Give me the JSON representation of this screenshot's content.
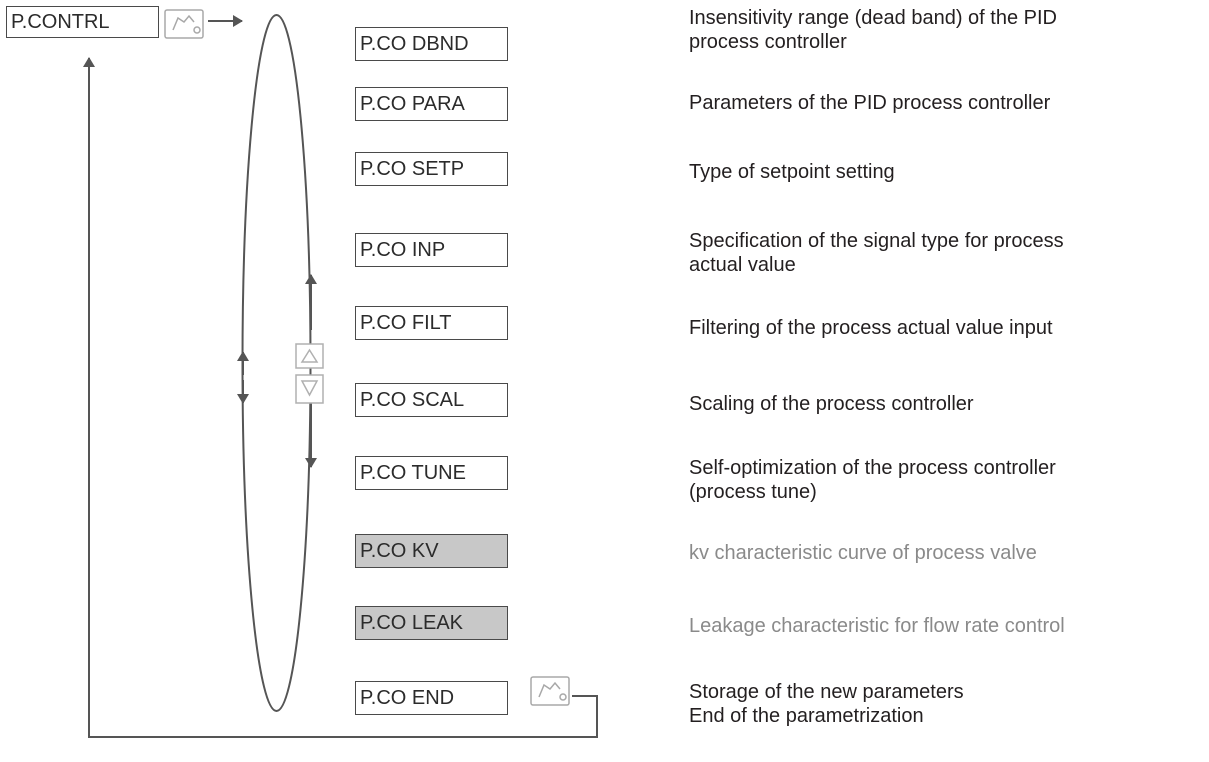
{
  "root_menu": "P.CONTRL",
  "items": [
    {
      "code": "P.CO DBND",
      "desc": [
        "Insensitivity range (dead band) of the PID",
        "process controller"
      ],
      "optional": false
    },
    {
      "code": "P.CO PARA",
      "desc": [
        "Parameters of the PID process controller"
      ],
      "optional": false
    },
    {
      "code": "P.CO SETP",
      "desc": [
        "Type of setpoint setting"
      ],
      "optional": false
    },
    {
      "code": "P.CO INP",
      "desc": [
        "Specification of the signal type for process",
        "actual value"
      ],
      "optional": false
    },
    {
      "code": "P.CO FILT",
      "desc": [
        "Filtering of the process actual value input"
      ],
      "optional": false
    },
    {
      "code": "P.CO SCAL",
      "desc": [
        "Scaling of the process controller"
      ],
      "optional": false
    },
    {
      "code": "P.CO TUNE",
      "desc": [
        "Self-optimization of the process controller",
        "(process tune)"
      ],
      "optional": false
    },
    {
      "code": "P.CO KV",
      "desc": [
        "kv characteristic curve of process valve"
      ],
      "optional": true
    },
    {
      "code": "P.CO  LEAK",
      "desc": [
        "Leakage characteristic for flow rate control"
      ],
      "optional": true
    },
    {
      "code": "P.CO END",
      "desc": [
        "Storage of the new parameters",
        "End of the parametrization"
      ],
      "optional": false
    }
  ],
  "icons": {
    "enter_key": "hand-press-icon",
    "up_key": "triangle-up-icon",
    "down_key": "triangle-down-icon"
  },
  "colors": {
    "line": "#555555",
    "optional_fill": "#c8c8c8",
    "optional_text": "#8a8a8a",
    "key_outline": "#b0b0b0"
  }
}
